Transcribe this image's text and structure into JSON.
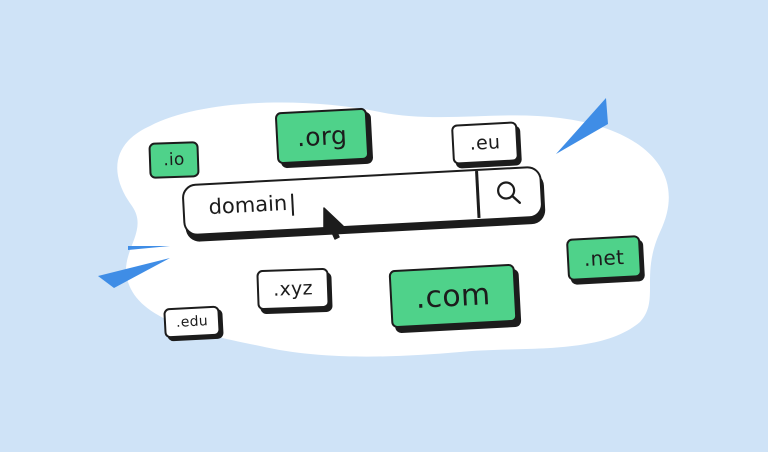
{
  "search": {
    "query": "domain",
    "icon": "search-icon"
  },
  "tags": {
    "io": ".io",
    "org": ".org",
    "eu": ".eu",
    "net": ".net",
    "xyz": ".xyz",
    "com": ".com",
    "edu": ".edu"
  },
  "colors": {
    "background": "#cfe3f7",
    "blob": "#ffffff",
    "accent_green": "#4fd28a",
    "accent_blue": "#3f8de6",
    "outline": "#1c1c1c"
  }
}
